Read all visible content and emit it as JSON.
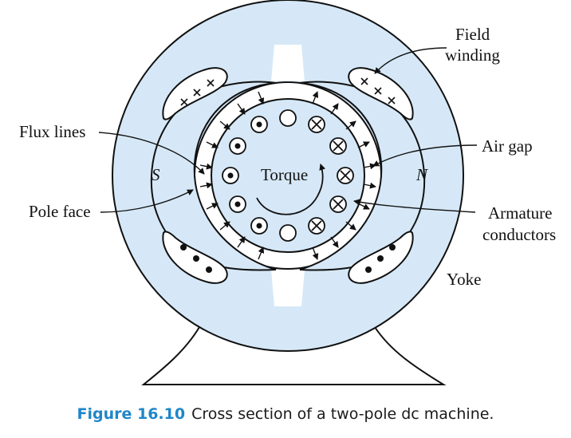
{
  "labels": {
    "field_winding_line1": "Field",
    "field_winding_line2": "winding",
    "flux_lines": "Flux lines",
    "air_gap": "Air gap",
    "pole_s": "S",
    "pole_n": "N",
    "torque": "Torque",
    "pole_face": "Pole face",
    "armature_line1": "Armature",
    "armature_line2": "conductors",
    "yoke": "Yoke"
  },
  "caption": {
    "number": "Figure 16.10",
    "text": "Cross section of a two-pole dc machine."
  },
  "colors": {
    "fill": "#d6e8f7",
    "stroke": "#111111",
    "caption_accent": "#1f86c9"
  },
  "conductors": {
    "dot_positions": 5,
    "cross_positions": 5,
    "empty_positions": 2
  }
}
